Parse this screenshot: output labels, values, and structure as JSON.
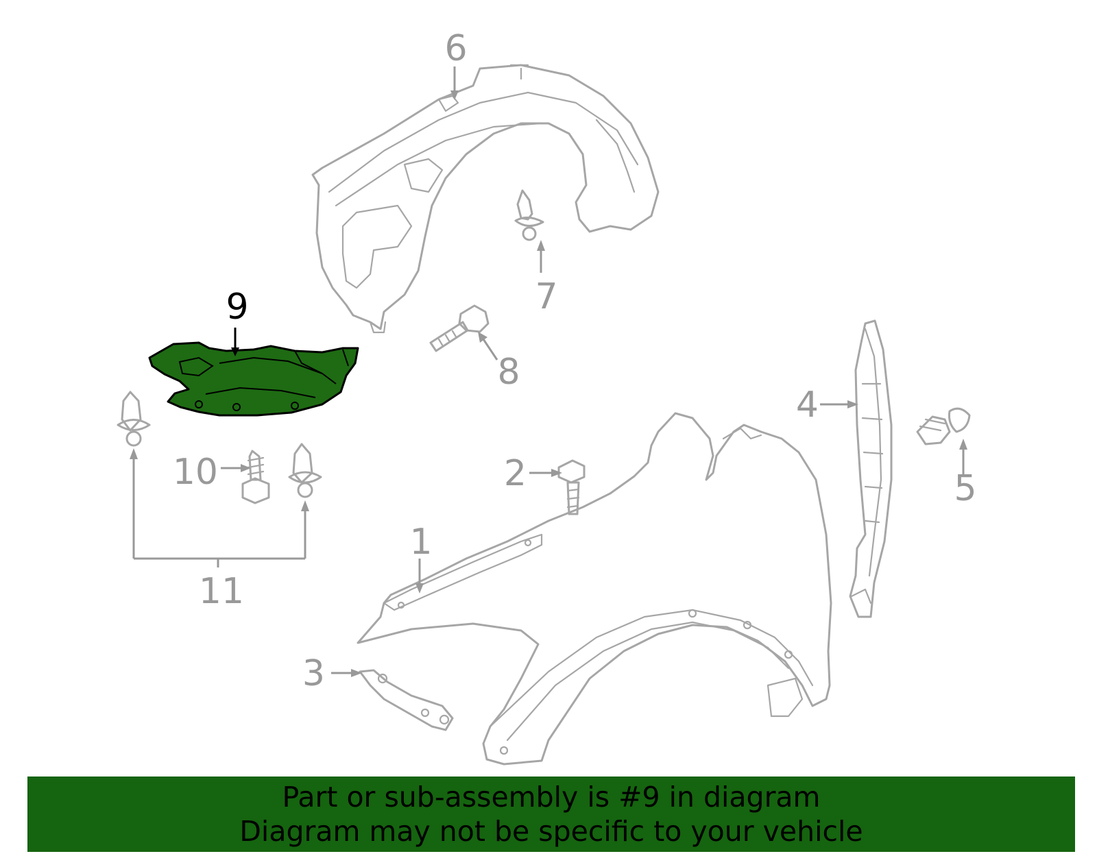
{
  "colors": {
    "highlight_fill": "#1e6b13",
    "part_outline": "#a6a6a6",
    "callout_gray": "#999999",
    "callout_active": "#000000",
    "banner_bg": "#15640f"
  },
  "callouts": {
    "c1": "1",
    "c2": "2",
    "c3": "3",
    "c4": "4",
    "c5": "5",
    "c6": "6",
    "c7": "7",
    "c8": "8",
    "c9": "9",
    "c10": "10",
    "c11": "11"
  },
  "banner": {
    "line1": "Part or sub-assembly is #9 in diagram",
    "line2": "Diagram may not be specific to your vehicle"
  }
}
